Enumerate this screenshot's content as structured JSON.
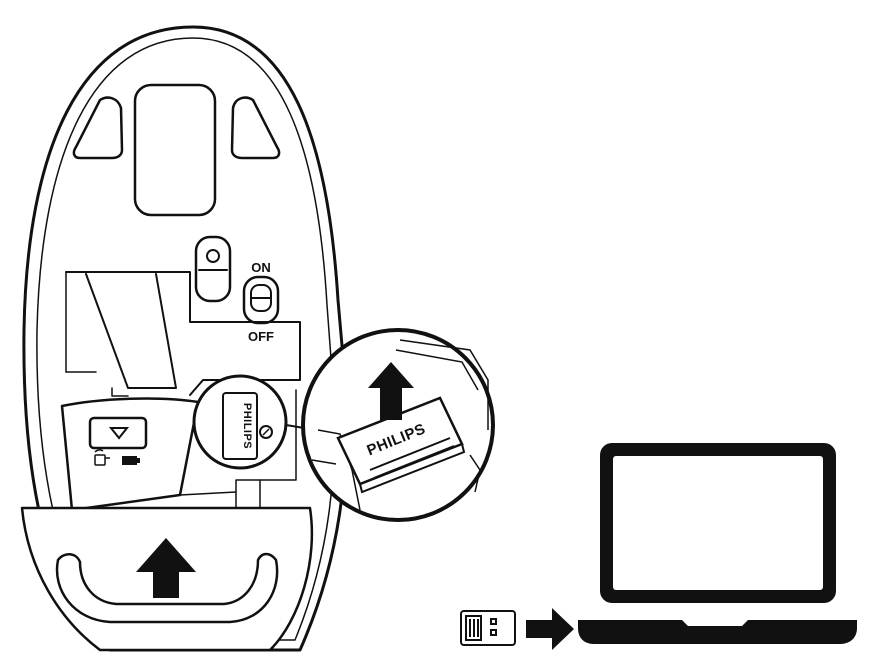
{
  "switch": {
    "on_label": "ON",
    "off_label": "OFF"
  },
  "receiver": {
    "brand_label": "PHILIPS",
    "zoom_brand_label": "PHILIPS"
  },
  "icons": {
    "compartment_icons": [
      "eject-triangle-icon",
      "wireless-receiver-icon",
      "battery-icon"
    ],
    "arrows": [
      "arrow-up-icon",
      "arrow-right-icon"
    ]
  },
  "colors": {
    "line": "#111111",
    "background": "#ffffff"
  }
}
